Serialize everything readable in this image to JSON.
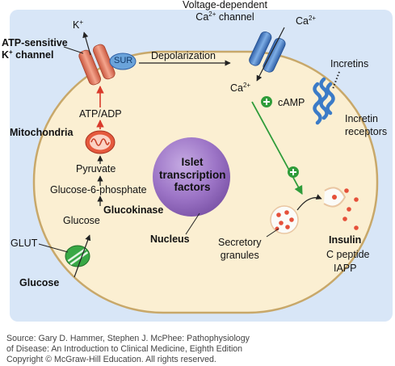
{
  "labels": {
    "voltage_channel": "Voltage-dependent",
    "voltage_channel_l2_pre": "Ca",
    "voltage_channel_l2_sup": "2+",
    "voltage_channel_l2_post": " channel",
    "k_ion": "K",
    "k_ion_sup": "+",
    "ca_ext": "Ca",
    "ca_ext_sup": "2+",
    "atp_channel_l1": "ATP-sensitive",
    "atp_channel_l2_pre": "K",
    "atp_channel_l2_sup": "+",
    "atp_channel_l2_post": " channel",
    "sur": "SUR",
    "depolarization": "Depolarization",
    "ca_int": "Ca",
    "ca_int_sup": "2+",
    "camp": "cAMP",
    "incretins": "Incretins",
    "incretin_receptors_l1": "Incretin",
    "incretin_receptors_l2": "receptors",
    "atp_adp": "ATP/ADP",
    "mitochondria": "Mitochondria",
    "pyruvate": "Pyruvate",
    "g6p": "Glucose-6-phosphate",
    "glucokinase": "Glucokinase",
    "glucose_int": "Glucose",
    "glut": "GLUT",
    "glucose_ext": "Glucose",
    "nucleus": "Nucleus",
    "nucleus_text": "Islet transcription factors",
    "secretory_l1": "Secretory",
    "secretory_l2": "granules",
    "insulin": "Insulin",
    "c_peptide": "C peptide",
    "iapp": "IAPP",
    "plus_symbol": "+"
  },
  "source": {
    "line1": "Source: Gary D. Hammer, Stephen J. McPhee: Pathophysiology",
    "line2": "of Disease: An Introduction to Clinical Medicine, Eighth Edition",
    "line3": "Copyright © McGraw-Hill Education. All rights reserved."
  },
  "colors": {
    "background": "#d8e6f7",
    "cell_fill": "#fbefd2",
    "cell_border": "#c8a86a",
    "nucleus": "#9a72c4",
    "green": "#2f9c3a",
    "red_arrow": "#d93a2b",
    "ca_channel": "#4a7fc4",
    "incretin_receptor": "#3b7bc7",
    "k_channel": "#e8846b",
    "sur": "#6aa3da",
    "mitochondria": "#e5593d",
    "granule": "#e5503a"
  }
}
